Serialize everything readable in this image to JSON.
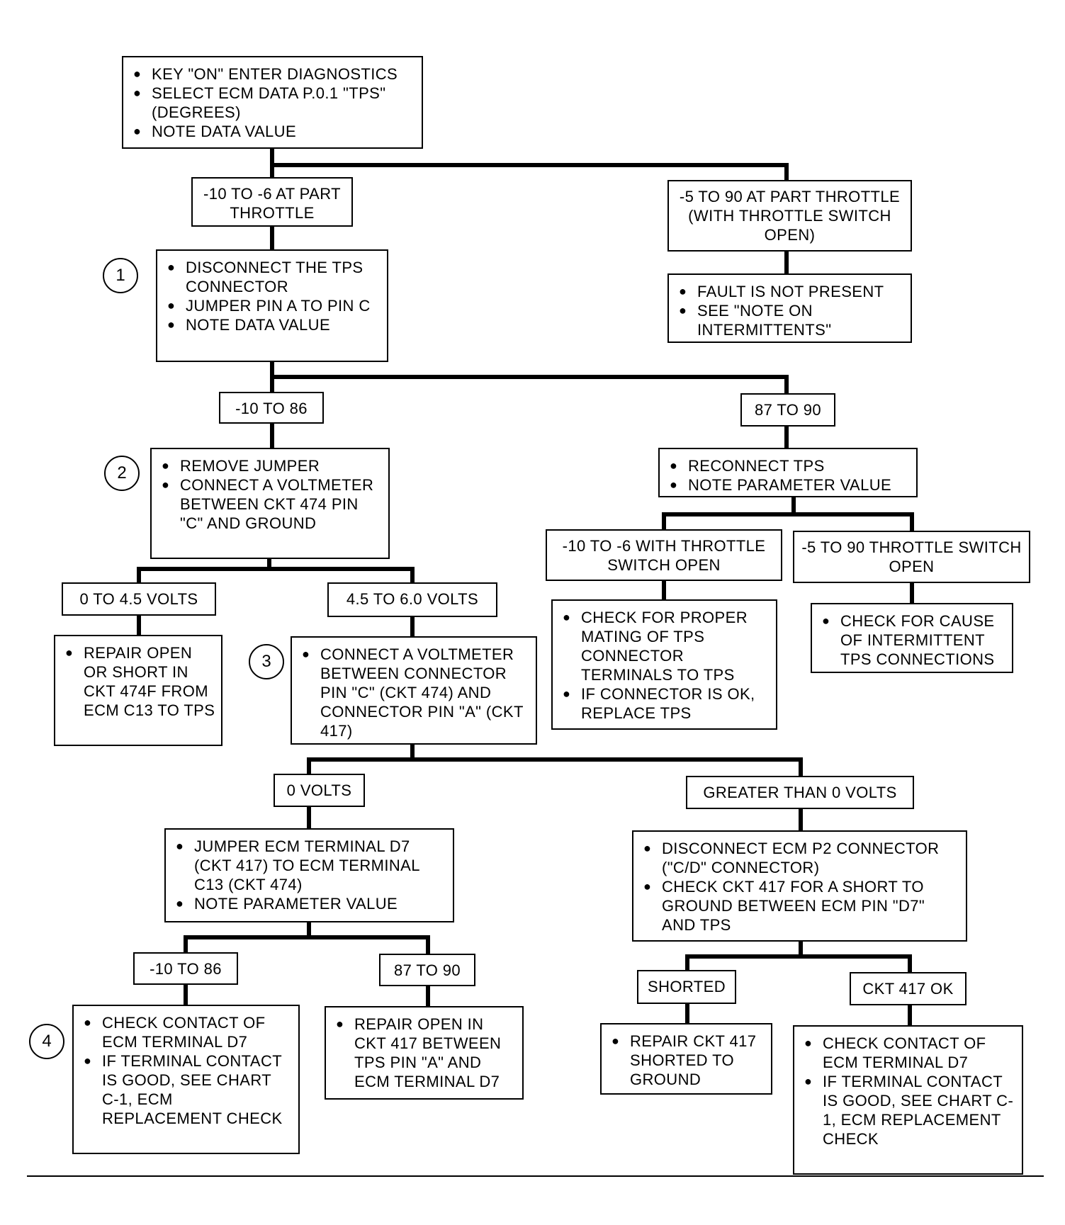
{
  "steps": {
    "s0": [
      "KEY \"ON\" ENTER DIAGNOSTICS",
      "SELECT ECM DATA P.0.1 \"TPS\" (DEGREES)",
      "NOTE DATA VALUE"
    ],
    "s1": [
      "DISCONNECT THE TPS CONNECTOR",
      "JUMPER PIN A TO PIN C",
      "NOTE DATA VALUE"
    ],
    "s2": [
      "FAULT IS NOT PRESENT",
      "SEE \"NOTE ON INTERMITTENTS\""
    ],
    "s3": [
      "REMOVE JUMPER",
      "CONNECT A VOLTMETER BETWEEN CKT 474 PIN \"C\" AND GROUND"
    ],
    "s4": [
      "RECONNECT TPS",
      "NOTE PARAMETER VALUE"
    ],
    "s5": [
      "REPAIR OPEN OR SHORT IN CKT 474F FROM ECM C13 TO TPS"
    ],
    "s6": [
      "CONNECT A VOLTMETER BETWEEN CONNECTOR PIN \"C\" (CKT 474) AND CONNECTOR PIN \"A\" (CKT 417)"
    ],
    "s7": [
      "CHECK FOR PROPER MATING OF TPS CONNECTOR TERMINALS TO TPS",
      "IF CONNECTOR IS OK, REPLACE TPS"
    ],
    "s8": [
      "CHECK FOR CAUSE OF INTERMITTENT TPS CONNECTIONS"
    ],
    "s9": [
      "JUMPER ECM TERMINAL D7 (CKT 417) TO ECM TERMINAL C13 (CKT 474)",
      "NOTE PARAMETER VALUE"
    ],
    "s10": [
      "DISCONNECT ECM P2 CONNECTOR (\"C/D\" CONNECTOR)",
      "CHECK CKT 417 FOR A SHORT TO GROUND BETWEEN ECM PIN \"D7\" AND TPS"
    ],
    "s11": [
      "CHECK CONTACT OF ECM TERMINAL D7",
      "IF TERMINAL CONTACT IS GOOD, SEE CHART C-1, ECM REPLACEMENT CHECK"
    ],
    "s12": [
      "REPAIR OPEN IN CKT 417 BETWEEN TPS PIN \"A\" AND ECM TERMINAL D7"
    ],
    "s13": [
      "REPAIR CKT 417 SHORTED TO GROUND"
    ],
    "s14": [
      "CHECK CONTACT OF ECM TERMINAL D7",
      "IF TERMINAL CONTACT IS GOOD, SEE CHART C-1, ECM REPLACEMENT CHECK"
    ]
  },
  "conditions": {
    "c1": "-10 TO -6 AT PART THROTTLE",
    "c2": "-5 TO 90 AT PART THROTTLE (WITH THROTTLE SWITCH OPEN)",
    "c3": "-10 TO 86",
    "c4": "87 TO 90",
    "c5": "0 TO 4.5 VOLTS",
    "c6": "4.5 TO 6.0 VOLTS",
    "c7": "-10 TO -6 WITH THROTTLE SWITCH OPEN",
    "c8": "-5 TO 90 THROTTLE SWITCH OPEN",
    "c9": "0 VOLTS",
    "c10": "GREATER THAN 0 VOLTS",
    "c11": "-10 TO 86",
    "c12": "87 TO 90",
    "c13": "SHORTED",
    "c14": "CKT 417 OK"
  },
  "markers": [
    "1",
    "2",
    "3",
    "4"
  ]
}
